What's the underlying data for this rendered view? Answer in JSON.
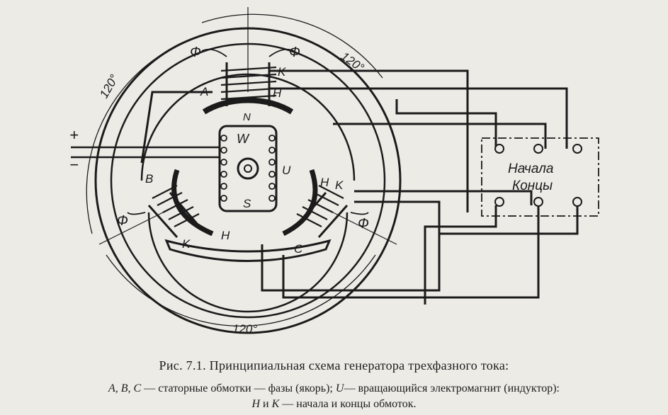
{
  "diagram": {
    "labels": {
      "flux": "Ф",
      "angle": "120°",
      "plus": "+",
      "minus": "−",
      "phase_a": "A",
      "phase_b": "B",
      "phase_c": "C",
      "begin": "H",
      "end": "K",
      "pole_n": "N",
      "pole_s": "S",
      "winding_w": "W",
      "rotor_u": "U"
    },
    "terminal_box": {
      "line1": "Начала",
      "line2": "Концы"
    }
  },
  "caption": {
    "title": "Рис. 7.1. Принципиальная схема генератора трехфазного тока:",
    "line2_syms": "A, B, C",
    "line2_a": " — статорные обмотки — фазы (якорь);  ",
    "line2_u": "U",
    "line2_b": "— вращающийся электромагнит (индуктор):",
    "line3_h": "H",
    "line3_mid": " и ",
    "line3_k": "K",
    "line3_rest": " — начала и концы обмоток."
  }
}
